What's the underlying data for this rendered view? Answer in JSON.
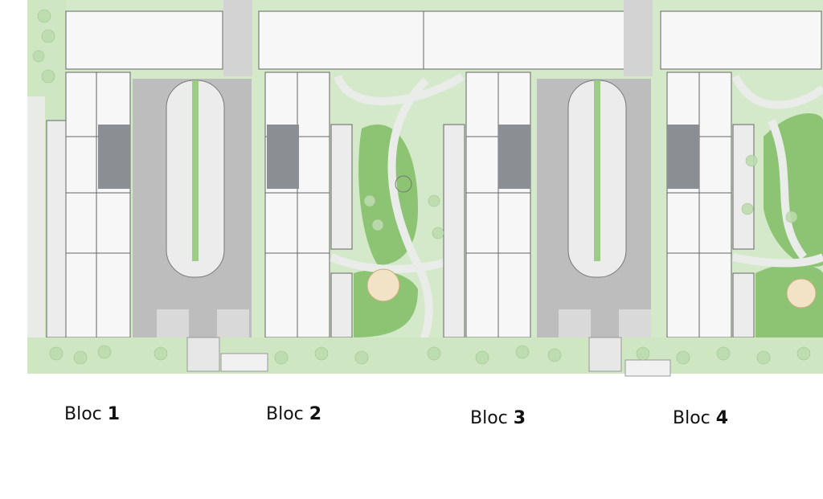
{
  "labels": {
    "bloc1": {
      "word": "Bloc",
      "num": "1"
    },
    "bloc2": {
      "word": "Bloc",
      "num": "2"
    },
    "bloc3": {
      "word": "Bloc",
      "num": "3"
    },
    "bloc4": {
      "word": "Bloc",
      "num": "4"
    }
  },
  "colors": {
    "lawn": "#cfe6c3",
    "dark_lawn": "#8cc474",
    "tree": "#b9d9a9",
    "paving": "#e6e6e6",
    "parking": "#bcbcbc",
    "building_core": "#8b8f94",
    "wall": "#7a7a7a",
    "path": "#e9ece8"
  }
}
